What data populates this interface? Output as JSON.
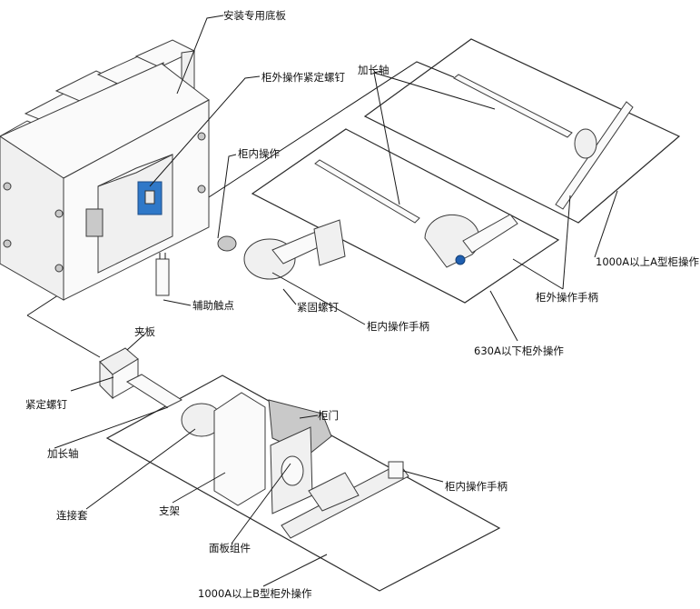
{
  "labels": {
    "base_plate": "安装专用底板",
    "outer_set_screw": "柜外操作紧定螺钉",
    "ext_shaft_top": "加长轴",
    "inner_op": "柜内操作",
    "aux_contact": "辅助触点",
    "fix_screw": "紧固螺钉",
    "inner_handle_top": "柜内操作手柄",
    "type_a": "1000A以上A型柜操作",
    "outer_handle": "柜外操作手柄",
    "below_630": "630A以下柜外操作",
    "clamp": "夹板",
    "set_screw": "紧定螺钉",
    "ext_shaft": "加长轴",
    "coupling": "连接套",
    "bracket": "支架",
    "panel_assy": "面板组件",
    "cabinet_door": "柜门",
    "inner_handle_bottom": "柜内操作手柄",
    "type_b": "1000A以上B型柜外操作"
  },
  "colors": {
    "accent_blue": "#2f78c8",
    "knob_blue": "#1f5fb0"
  }
}
